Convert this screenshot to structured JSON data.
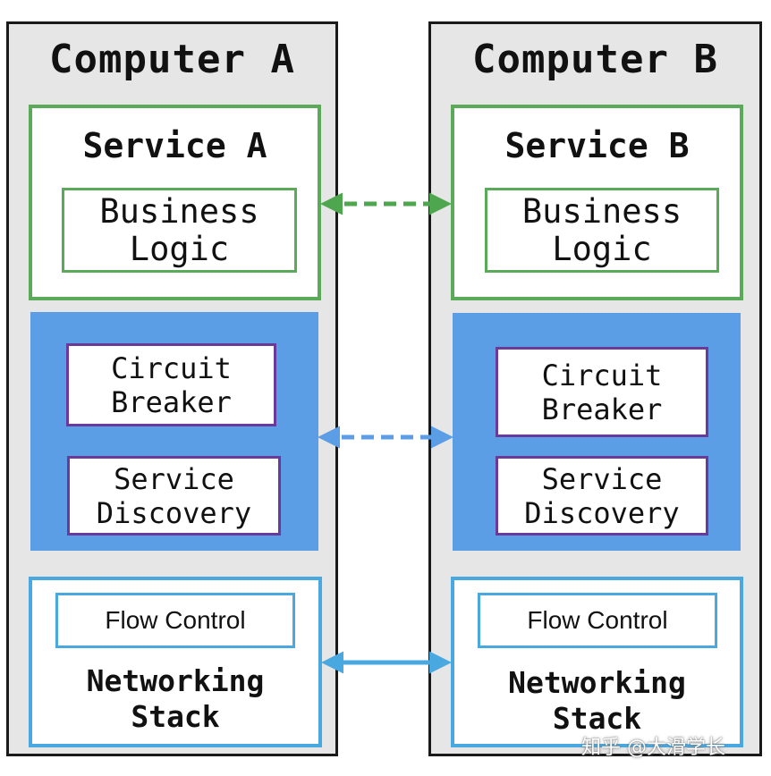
{
  "computers": [
    {
      "title": "Computer A",
      "service_title": "Service A",
      "logic_lines": [
        "Business",
        "Logic"
      ],
      "circuit_lines": [
        "Circuit",
        "Breaker"
      ],
      "discovery_lines": [
        "Service",
        "Discovery"
      ],
      "flow_label": "Flow Control",
      "net_lines": [
        "Networking",
        "Stack"
      ]
    },
    {
      "title": "Computer B",
      "service_title": "Service B",
      "logic_lines": [
        "Business",
        "Logic"
      ],
      "circuit_lines": [
        "Circuit",
        "Breaker"
      ],
      "discovery_lines": [
        "Service",
        "Discovery"
      ],
      "flow_label": "Flow Control",
      "net_lines": [
        "Networking",
        "Stack"
      ]
    }
  ],
  "connections": [
    {
      "between": "service",
      "style": "dashed",
      "color": "#4ea64e"
    },
    {
      "between": "sidecar",
      "style": "dashed",
      "color": "#5b9ee6"
    },
    {
      "between": "network",
      "style": "solid",
      "color": "#4aa8e0"
    }
  ],
  "watermark": "知乎 @大滑学长",
  "colors": {
    "computer_bg": "#e6e6e6",
    "service_border": "#5aaa5a",
    "sidecar_bg": "#5b9ee6",
    "component_border": "#6a3a9a",
    "network_border": "#4aa8e0"
  }
}
